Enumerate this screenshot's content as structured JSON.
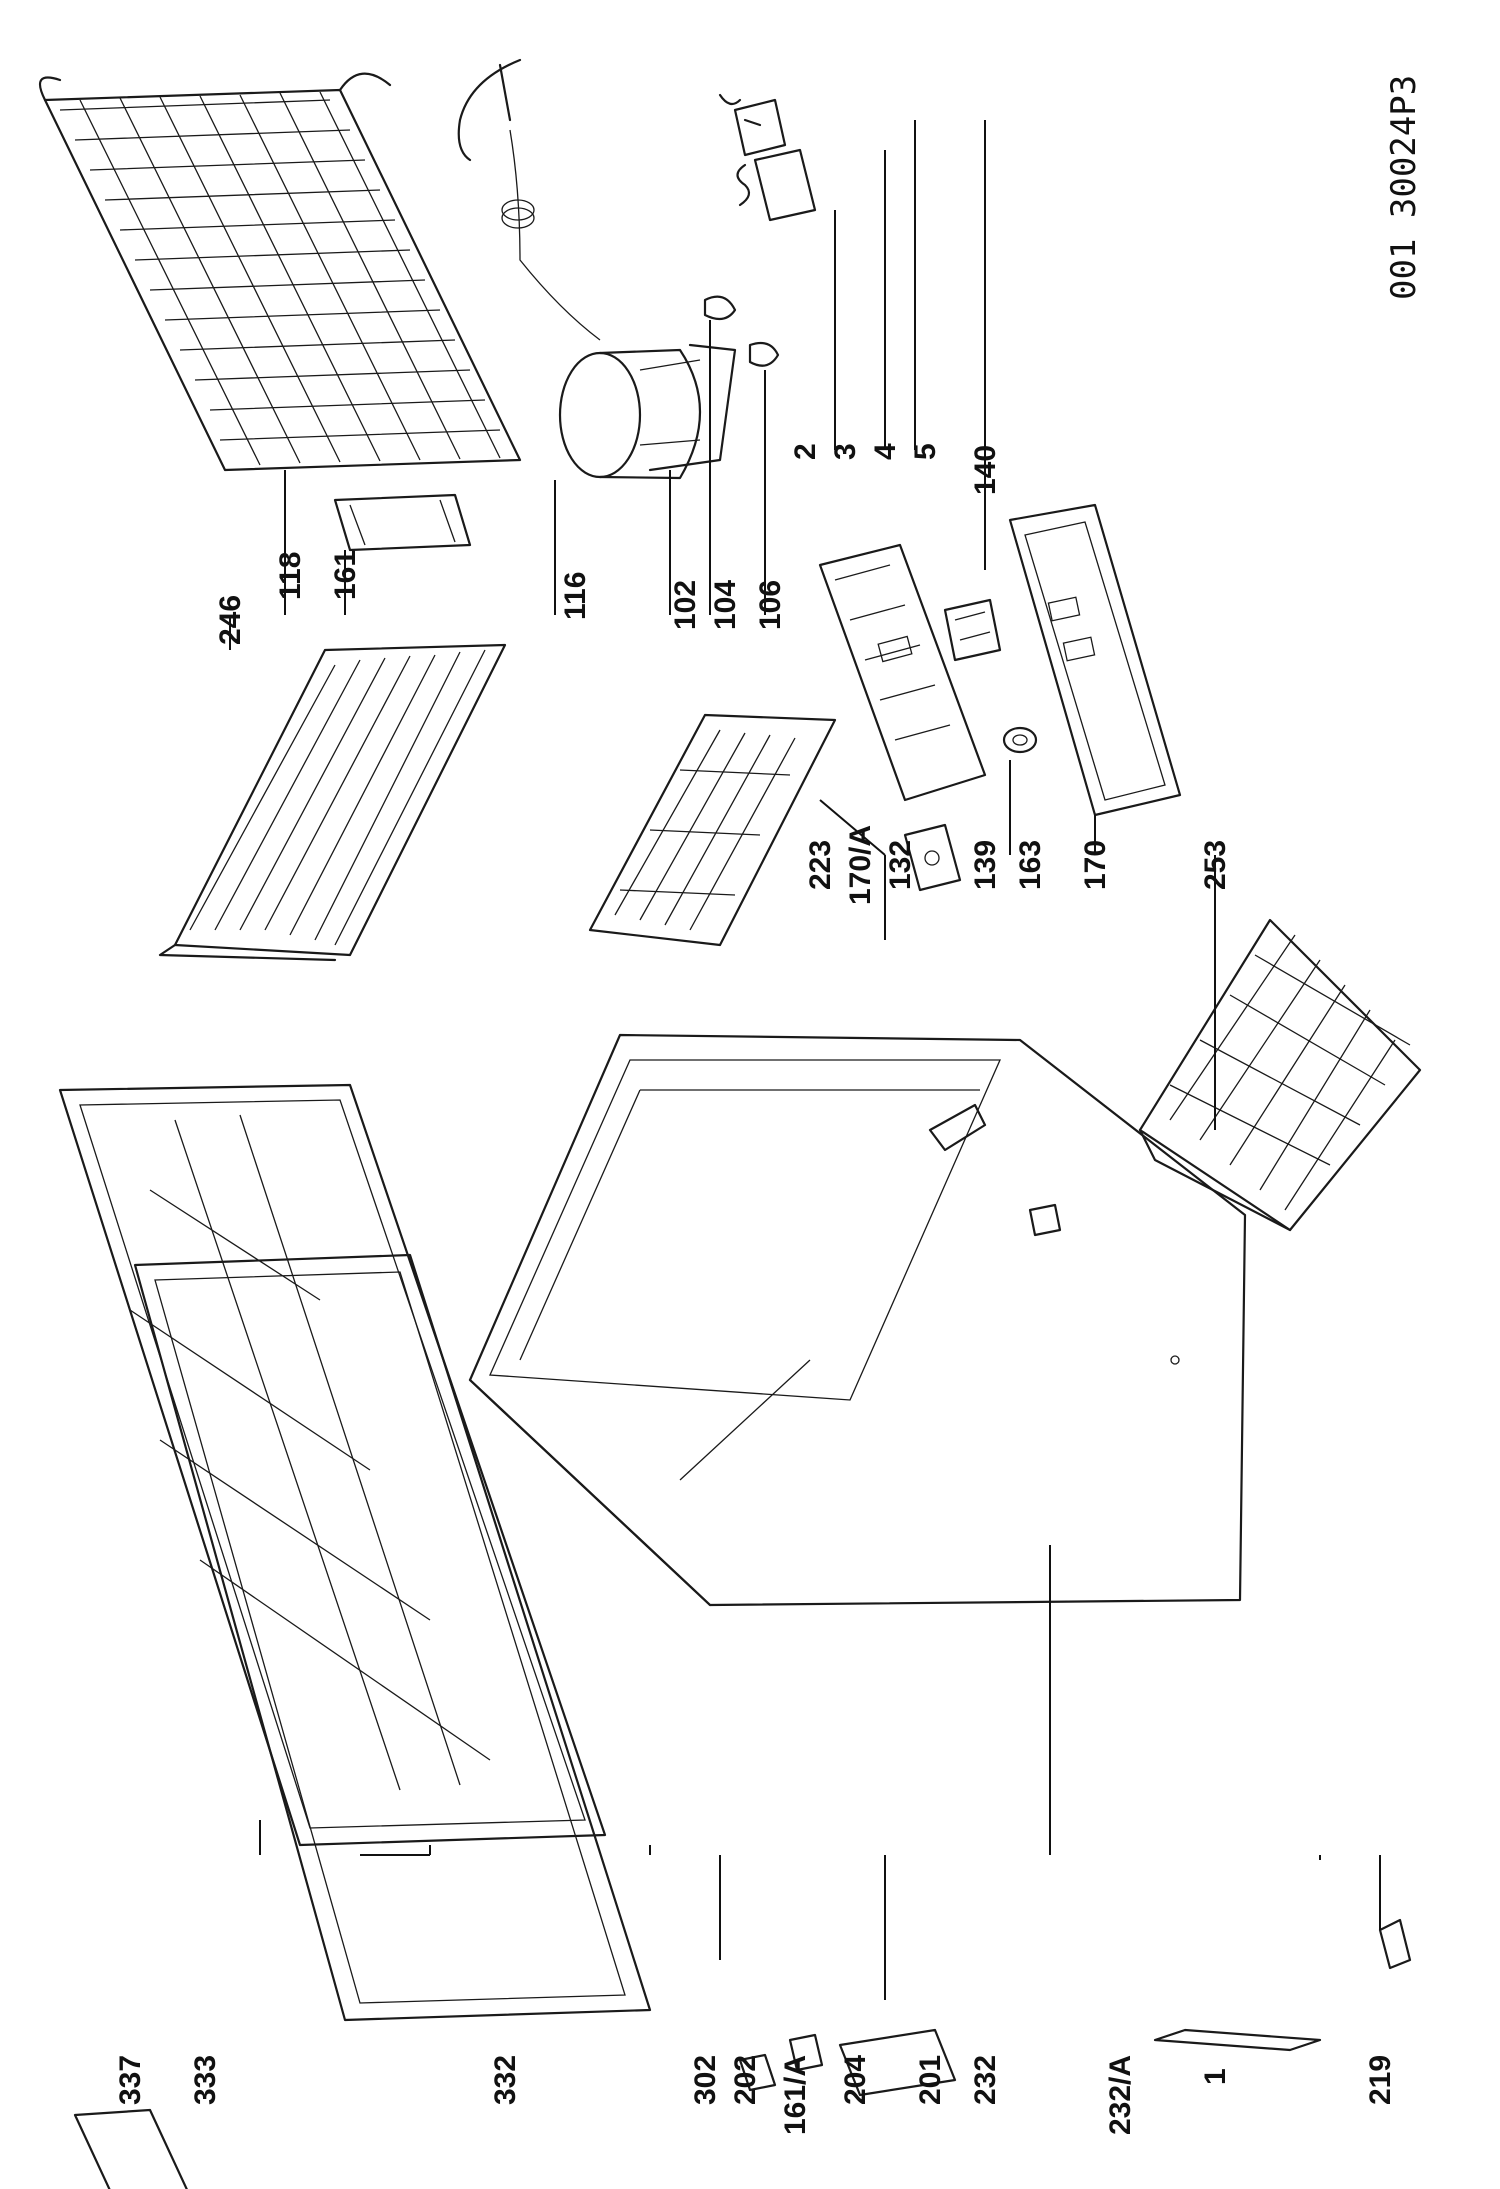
{
  "drawing_code": "001 30024P3",
  "labels": [
    {
      "id": "337",
      "text": "337"
    },
    {
      "id": "333",
      "text": "333"
    },
    {
      "id": "332",
      "text": "332"
    },
    {
      "id": "302",
      "text": "302"
    },
    {
      "id": "202",
      "text": "202"
    },
    {
      "id": "161A",
      "text": "161/A"
    },
    {
      "id": "204",
      "text": "204"
    },
    {
      "id": "201",
      "text": "201"
    },
    {
      "id": "232",
      "text": "232"
    },
    {
      "id": "232A",
      "text": "232/A"
    },
    {
      "id": "1",
      "text": "1"
    },
    {
      "id": "219",
      "text": "219"
    },
    {
      "id": "246",
      "text": "246"
    },
    {
      "id": "118",
      "text": "118"
    },
    {
      "id": "161",
      "text": "161"
    },
    {
      "id": "116",
      "text": "116"
    },
    {
      "id": "102",
      "text": "102"
    },
    {
      "id": "104",
      "text": "104"
    },
    {
      "id": "106",
      "text": "106"
    },
    {
      "id": "2",
      "text": "2"
    },
    {
      "id": "3",
      "text": "3"
    },
    {
      "id": "4",
      "text": "4"
    },
    {
      "id": "5",
      "text": "5"
    },
    {
      "id": "140",
      "text": "140"
    },
    {
      "id": "223",
      "text": "223"
    },
    {
      "id": "170A",
      "text": "170/A"
    },
    {
      "id": "132",
      "text": "132"
    },
    {
      "id": "139",
      "text": "139"
    },
    {
      "id": "163",
      "text": "163"
    },
    {
      "id": "170",
      "text": "170"
    },
    {
      "id": "253",
      "text": "253"
    }
  ]
}
